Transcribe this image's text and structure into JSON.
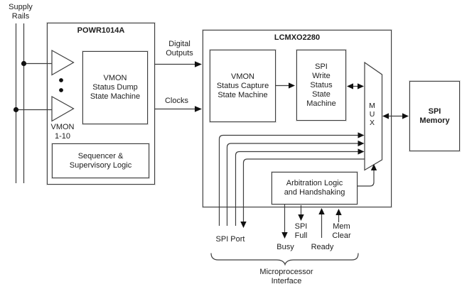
{
  "colors": {
    "background": "#ffffff",
    "line": "#3e3e3e",
    "text": "#1c1c1c"
  },
  "labels": {
    "supply_rails": "Supply\nRails",
    "vmon_range": "VMON\n1-10",
    "digital_outputs": "Digital\nOutputs",
    "clocks": "Clocks",
    "spi_port": "SPI Port",
    "busy": "Busy",
    "spi_full": "SPI\nFull",
    "ready": "Ready",
    "mem_clear": "Mem\nClear",
    "microprocessor_interface": "Microprocessor\nInterface"
  },
  "blocks": {
    "powr": {
      "title": "POWR1014A",
      "vmon_dump": "VMON\nStatus Dump\nState Machine",
      "sequencer": "Sequencer &\nSupervisory Logic"
    },
    "lcmxo": {
      "title": "LCMXO2280",
      "vmon_capture": "VMON\nStatus Capture\nState Machine",
      "spi_write": "SPI\nWrite\nStatus\nState\nMachine",
      "mux": "M\nU\nX",
      "arbitration": "Arbitration Logic\nand Handshaking"
    },
    "spi_memory": {
      "title": "SPI\nMemory"
    }
  }
}
